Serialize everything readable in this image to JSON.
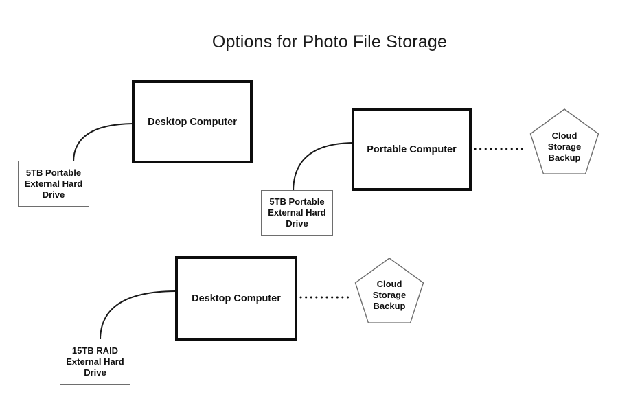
{
  "title": "Options for Photo File Storage",
  "colors": {
    "background": "#ffffff",
    "computer_box_border": "#0d0d0d",
    "drive_box_border": "#6e6e6e",
    "pentagon_border": "#6e6e6e",
    "text": "#111111",
    "connector": "#1a1a1a"
  },
  "nodes": {
    "desktop_computer_1": {
      "label": "Desktop Computer",
      "shape": "thick-rectangle"
    },
    "drive_5tb_1": {
      "label": "5TB Portable\nExternal Hard\nDrive",
      "shape": "thin-rectangle"
    },
    "portable_computer": {
      "label": "Portable Computer",
      "shape": "thick-rectangle"
    },
    "drive_5tb_2": {
      "label": "5TB Portable\nExternal Hard\nDrive",
      "shape": "thin-rectangle"
    },
    "cloud_backup_1": {
      "label": "Cloud\nStorage\nBackup",
      "shape": "pentagon"
    },
    "desktop_computer_2": {
      "label": "Desktop Computer",
      "shape": "thick-rectangle"
    },
    "drive_15tb": {
      "label": "15TB RAID\nExternal Hard\nDrive",
      "shape": "thin-rectangle"
    },
    "cloud_backup_2": {
      "label": "Cloud\nStorage\nBackup",
      "shape": "pentagon"
    }
  },
  "connections": [
    {
      "from": "5TB Portable External Hard Drive",
      "to": "Desktop Computer",
      "style": "solid-curve"
    },
    {
      "from": "5TB Portable External Hard Drive",
      "to": "Portable Computer",
      "style": "solid-curve"
    },
    {
      "from": "Portable Computer",
      "to": "Cloud Storage Backup",
      "style": "dotted"
    },
    {
      "from": "15TB RAID External Hard Drive",
      "to": "Desktop Computer",
      "style": "solid-curve"
    },
    {
      "from": "Desktop Computer",
      "to": "Cloud Storage Backup",
      "style": "dotted"
    }
  ]
}
